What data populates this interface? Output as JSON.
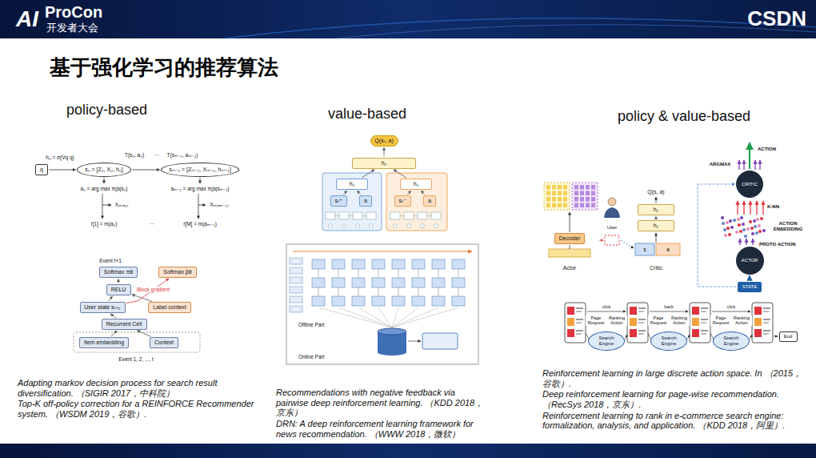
{
  "diagram": {
    "title": "基于强化学习的推荐算法",
    "nodes": [
      {
        "text": [
          "q"
        ]
      },
      {
        "text": [
          "s₀ = [Z₀, X₀, h₀]"
        ]
      },
      {
        "text": [
          "sₘ₋₁ = [Zₘ₋₁, Xₘ₋₁, hₘ₋₁]"
        ]
      },
      {
        "text": [
          "Item embedding"
        ]
      },
      {
        "text": [
          "Context"
        ]
      },
      {
        "text": [
          "Recurrent Cell"
        ]
      },
      {
        "text": [
          "User state sₜ₊₁"
        ]
      },
      {
        "text": [
          "Label context"
        ]
      },
      {
        "text": [
          "RELU"
        ]
      },
      {
        "text": [
          "Softmax πθ"
        ]
      },
      {
        "text": [
          "Softmax βθ"
        ]
      },
      {
        "text": [
          "Q(sₜ, a)"
        ]
      },
      {
        "text": [
          "h₂"
        ]
      },
      {
        "text": [
          "h₁"
        ]
      },
      {
        "text": [
          "h₁"
        ]
      },
      {
        "text": [
          "sₜ⁺"
        ]
      },
      {
        "text": [
          "a"
        ]
      },
      {
        "text": [
          "sₜ⁻"
        ]
      },
      {
        "text": [
          "a"
        ]
      },
      {
        "text": [
          "Decoder"
        ]
      },
      {
        "text": [
          "h₁"
        ]
      },
      {
        "text": [
          "h₂"
        ]
      },
      {
        "text": [
          "STATE"
        ]
      },
      {
        "text": [
          "ACTOR"
        ]
      },
      {
        "text": [
          "CRITIC"
        ]
      },
      {
        "text": [
          "Search Engine"
        ]
      },
      {
        "text": [
          "Search Engine"
        ]
      },
      {
        "text": [
          "Search Engine"
        ]
      },
      {
        "text": [
          "End"
        ]
      }
    ],
    "edges": [
      {
        "from": 0,
        "to": 1,
        "arrow": "to"
      },
      {
        "from": 1,
        "to": 2,
        "arrow": "to"
      },
      {
        "from": 3,
        "to": 5,
        "arrow": "to"
      },
      {
        "from": 4,
        "to": 5,
        "arrow": "to"
      },
      {
        "from": 5,
        "to": 6,
        "arrow": "to"
      },
      {
        "from": 6,
        "to": 8,
        "arrow": "to"
      },
      {
        "from": 7,
        "to": 8,
        "arrow": "to"
      },
      {
        "from": 8,
        "to": 9,
        "arrow": "to"
      },
      {
        "from": 6,
        "to": 10,
        "label": "Block gradient",
        "arrow": "to"
      },
      {
        "from": 15,
        "to": 13,
        "arrow": "to"
      },
      {
        "from": 16,
        "to": 13,
        "arrow": "to"
      },
      {
        "from": 17,
        "to": 14,
        "arrow": "to"
      },
      {
        "from": 18,
        "to": 14,
        "arrow": "to"
      },
      {
        "from": 13,
        "to": 12,
        "arrow": "to"
      },
      {
        "from": 14,
        "to": 12,
        "arrow": "to"
      },
      {
        "from": 12,
        "to": 11,
        "arrow": "to"
      },
      {
        "from": 20,
        "to": 21,
        "arrow": "to"
      },
      {
        "from": 22,
        "to": 23,
        "arrow": "to"
      },
      {
        "from": 22,
        "to": 24,
        "arrow": "to"
      }
    ],
    "labels": [
      "AI",
      "ProCon",
      "开发者大会",
      "CSDN",
      "policy-based",
      "value-based",
      "policy & value-based",
      "h₀ = σ(Vq q)",
      "T(s₀, a₀)",
      "···",
      "T(sₘ₋₂, aₘ₋₂)",
      "a₀ = arg max π(a|s₀)",
      "Xₘ₍ₐ₀₎",
      "r[1] = m(a₀)",
      "aₘ₋₁ = arg max π(a|sₘ₋₁)",
      "Xₘ₍ₐₘ₋₁₎",
      "r[M] = m(aₘ₋₁)",
      "···",
      "Event t+1",
      "Event 1, 2, ..., t",
      "Offline Part",
      "Online Part",
      "Actor",
      "Critic",
      "Q(s, a)",
      "User",
      "s",
      "a",
      "ACTION",
      "ARGMAX",
      "K-NN",
      "ACTION EMBEDDING",
      "PROTO ACTION",
      "Page Request",
      "Ranking Action",
      "Page Request",
      "Ranking Action",
      "Page Request",
      "Ranking Action",
      "click",
      "back",
      "click",
      "Adapting markov decision process for search result diversification. （SIGIR 2017，中科院）",
      "Top-K off-policy correction for a REINFORCE Recommender system. （WSDM 2019，谷歌）.",
      "Recommendations with negative feedback via pairwise deep reinforcement learning. （KDD 2018，京东）",
      "DRN: A deep reinforcement learning framework for news recommendation. （WWW 2018，微软）",
      "Reinforcement learning in large discrete action space. In （2015，谷歌）.",
      "Deep reinforcement learning for page-wise recommendation. （RecSys 2018，京东）.",
      "Reinforcement learning to rank in e-commerce search engine: formalization, analysis, and application. （KDD 2018，阿里）."
    ]
  }
}
